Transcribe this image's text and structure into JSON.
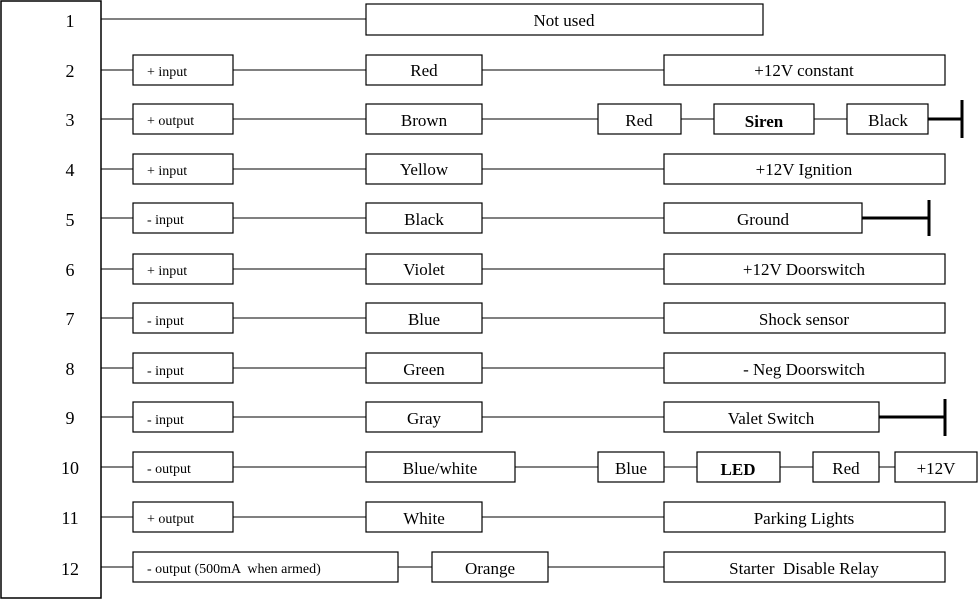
{
  "connector": {
    "pins": [
      {
        "pin": "1",
        "fn": "",
        "wire": "",
        "dest": "Not used"
      },
      {
        "pin": "2",
        "fn": "+ input",
        "wire": "Red",
        "dest": "+12V constant"
      },
      {
        "pin": "3",
        "fn": "+ output",
        "wire": "Brown",
        "dest_chain": [
          "Red",
          "Siren",
          "Black"
        ],
        "ground": true
      },
      {
        "pin": "4",
        "fn": "+ input",
        "wire": "Yellow",
        "dest": "+12V Ignition"
      },
      {
        "pin": "5",
        "fn": "- input",
        "wire": "Black",
        "dest": "Ground",
        "ground": true
      },
      {
        "pin": "6",
        "fn": "+ input",
        "wire": "Violet",
        "dest": "+12V Doorswitch"
      },
      {
        "pin": "7",
        "fn": "- input",
        "wire": "Blue",
        "dest": "Shock sensor"
      },
      {
        "pin": "8",
        "fn": "- input",
        "wire": "Green",
        "dest": "- Neg Doorswitch"
      },
      {
        "pin": "9",
        "fn": "- input",
        "wire": "Gray",
        "dest": "Valet Switch",
        "ground": true
      },
      {
        "pin": "10",
        "fn": "- output",
        "wire": "Blue/white",
        "dest_chain": [
          "Blue",
          "LED",
          "Red",
          "+12V"
        ]
      },
      {
        "pin": "11",
        "fn": "+ output",
        "wire": "White",
        "dest": "Parking Lights"
      },
      {
        "pin": "12",
        "fn": "- output (500mA  when armed)",
        "wire": "Orange",
        "dest": "Starter  Disable Relay"
      }
    ]
  }
}
